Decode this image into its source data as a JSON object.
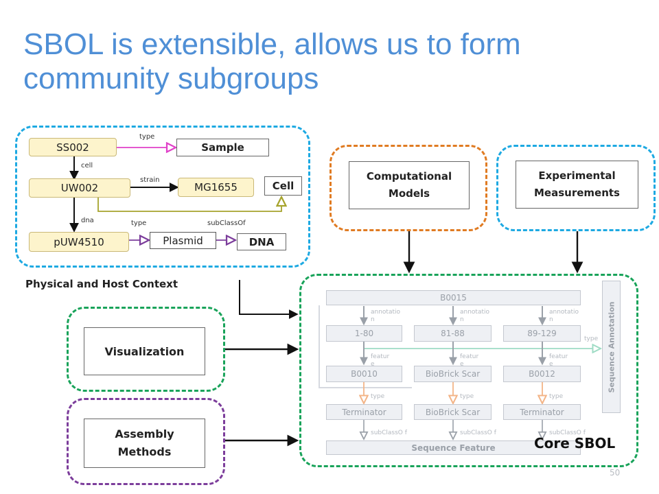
{
  "title": "SBOL is extensible, allows us to form community subgroups",
  "physical": {
    "caption": "Physical and Host Context",
    "nodes": {
      "ss002": "SS002",
      "sample": "Sample",
      "uw002": "UW002",
      "mg1655": "MG1655",
      "cell": "Cell",
      "puw4510": "pUW4510",
      "plasmid": "Plasmid",
      "dna": "DNA"
    },
    "edges": {
      "type_top": "type",
      "cell": "cell",
      "strain": "strain",
      "dna": "dna",
      "type_bottom": "type",
      "subclassof": "subClassOf"
    }
  },
  "boxes": {
    "computational": "Computational Models",
    "experimental": "Experimental Measurements",
    "visualization": "Visualization",
    "assembly": "Assembly Methods"
  },
  "core": {
    "label": "Core SBOL",
    "b0015": "B0015",
    "annotation": "annotatio n",
    "ranges": [
      "1-80",
      "81-88",
      "89-129"
    ],
    "feature": "featur e",
    "parts": [
      "B0010",
      "BioBrick Scar",
      "B0012"
    ],
    "type": "type",
    "types": [
      "Terminator",
      "BioBrick Scar",
      "Terminator"
    ],
    "subclassof": "subClassO f",
    "sequence_feature": "Sequence Feature",
    "sequence_annotation": "Sequence Annotation"
  },
  "page_number": "50",
  "colors": {
    "title": "#4f8fd6",
    "blue_dash": "#1da9e2",
    "orange_dash": "#e07b22",
    "green_dash": "#19a35a",
    "purple_dash": "#7c3d9b",
    "node_fill": "#fdf4cc",
    "magenta": "#e040c8",
    "olive": "#a6a32c",
    "teal_line": "#9fdcc5",
    "orange_line": "#f3b487"
  }
}
